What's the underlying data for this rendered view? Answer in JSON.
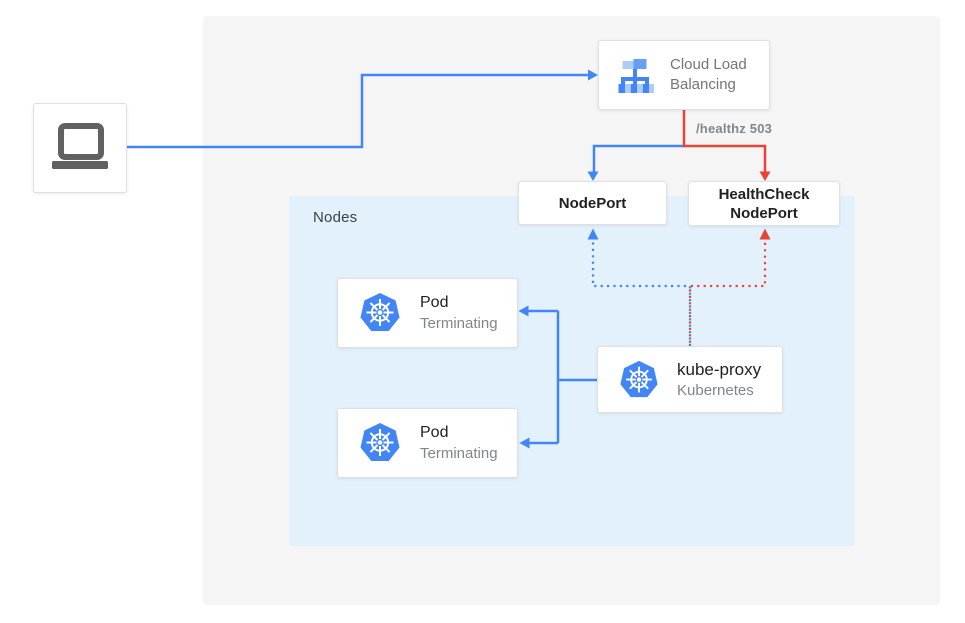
{
  "colors": {
    "blue": "#4285F4",
    "red": "#EA4335",
    "panel_bg": "#F5F5F6",
    "nodes_bg": "#E3F1FC",
    "icon_light_blue": "#AECBFA",
    "icon_medium_blue": "#669DF6",
    "text_dark": "#212121",
    "text_gray": "#80868B",
    "laptop_gray": "#616161"
  },
  "diagram": {
    "nodes_panel": {
      "label": "Nodes"
    },
    "cloud_load_balancing": {
      "line1": "Cloud Load",
      "line2": "Balancing"
    },
    "healthz_label": "/healthz 503",
    "nodeport": {
      "label": "NodePort"
    },
    "healthcheck_nodeport": {
      "line1": "HealthCheck",
      "line2": "NodePort"
    },
    "pods": [
      {
        "title": "Pod",
        "status": "Terminating"
      },
      {
        "title": "Pod",
        "status": "Terminating"
      }
    ],
    "kube_proxy": {
      "title": "kube-proxy",
      "subtitle": "Kubernetes"
    }
  }
}
